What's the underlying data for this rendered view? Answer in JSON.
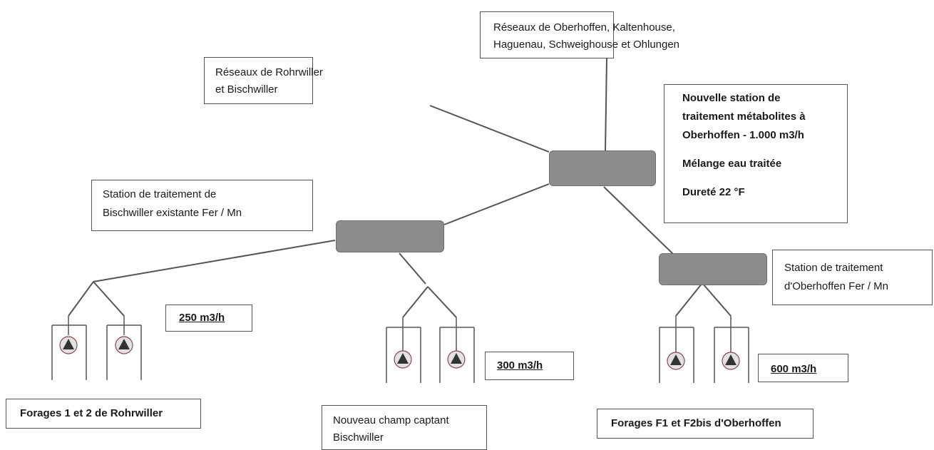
{
  "networks": {
    "north": {
      "lines": [
        "Réseaux de Oberhoffen, Kaltenhouse,",
        "Haguenau, Schweighouse et Ohlungen"
      ]
    },
    "west": {
      "lines": [
        "Réseaux de Rohrwiller",
        "et Bischwiller"
      ]
    }
  },
  "new_station_note": {
    "lines": [
      "Nouvelle station de",
      "traitement métabolites à",
      "Oberhoffen - 1.000 m3/h"
    ],
    "mix": "Mélange eau traitée",
    "hardness": "Dureté 22 °F"
  },
  "bischwiller_station_note": {
    "lines": [
      "Station de traitement de",
      "Bischwiller existante Fer / Mn"
    ]
  },
  "oberhoffen_station_note": {
    "lines": [
      "Station de traitement",
      "d'Oberhoffen Fer / Mn"
    ]
  },
  "flows": {
    "rohrwiller": "250 m3/h",
    "bischwiller": "300 m3/h",
    "oberhoffen": "600 m3/h"
  },
  "wells": {
    "rohrwiller": "Forages 1 et 2 de Rohrwiller",
    "bischwiller": [
      "Nouveau champ captant",
      "Bischwiller"
    ],
    "oberhoffen": "Forages F1 et F2bis d'Oberhoffen"
  }
}
